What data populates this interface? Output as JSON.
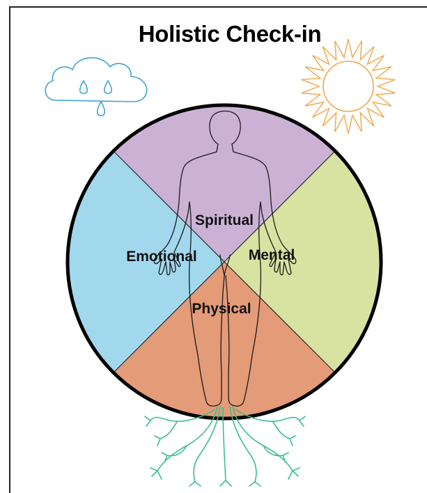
{
  "title": "Holistic Check-in",
  "segments": [
    {
      "label": "Spiritual",
      "color": "#cbb2d5"
    },
    {
      "label": "Mental",
      "color": "#d8e3a2"
    },
    {
      "label": "Physical",
      "color": "#e49b78"
    },
    {
      "label": "Emotional",
      "color": "#a2d8ee"
    }
  ],
  "icons": {
    "weather_left": "rain-cloud-icon",
    "weather_right": "sun-icon",
    "figure": "human-figure-icon",
    "roots": "roots-icon"
  },
  "colors": {
    "cloud": "#3ea2cf",
    "sun": "#f1a64a",
    "roots": "#3bbf8a",
    "outline": "#000000"
  }
}
